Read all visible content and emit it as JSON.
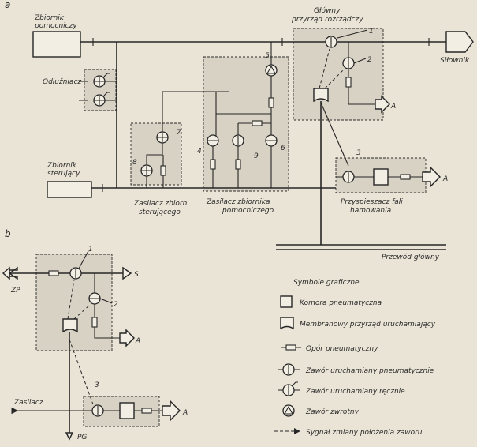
{
  "panel_a": {
    "letter": "a",
    "aux_tank": [
      "Zbiornik",
      "pomocniczy"
    ],
    "main_valve": [
      "Główny",
      "przyrząd rozrządczy"
    ],
    "actuator": "Siłownik",
    "relief": "Odluźniacz",
    "control_tank": [
      "Zbiornik",
      "sterujący"
    ],
    "control_supply": [
      "Zasilacz zbiorn.",
      "sterującego"
    ],
    "aux_supply": [
      "Zasilacz zbiornika",
      "pomocniczego"
    ],
    "accelerator": [
      "Przyspieszacz fali",
      "hamowania"
    ],
    "main_pipe": "Przewód główny",
    "exhaust": "A",
    "numbers": [
      "1",
      "2",
      "3",
      "4",
      "5",
      "6",
      "7",
      "8",
      "9"
    ]
  },
  "panel_b": {
    "letter": "b",
    "zp": "ZP",
    "s": "S",
    "exhaust": "A",
    "supply": "Zasilacz",
    "pg": "PG",
    "numbers": [
      "1",
      "2",
      "3"
    ]
  },
  "legend": {
    "title": "Symbole graficzne",
    "items": [
      {
        "symbol": "chamber",
        "text": "Komora pneumatyczna"
      },
      {
        "symbol": "membrane",
        "text": "Membranowy przyrząd uruchamiający"
      },
      {
        "symbol": "resistance",
        "text": "Opór pneumatyczny"
      },
      {
        "symbol": "pneumatic-valve",
        "text": "Zawór uruchamiany pneumatycznie"
      },
      {
        "symbol": "manual-valve",
        "text": "Zawór uruchamiany ręcznie"
      },
      {
        "symbol": "check-valve",
        "text": "Zawór zwrotny"
      },
      {
        "symbol": "signal",
        "text": "Sygnał zmiany położenia zaworu"
      }
    ]
  }
}
